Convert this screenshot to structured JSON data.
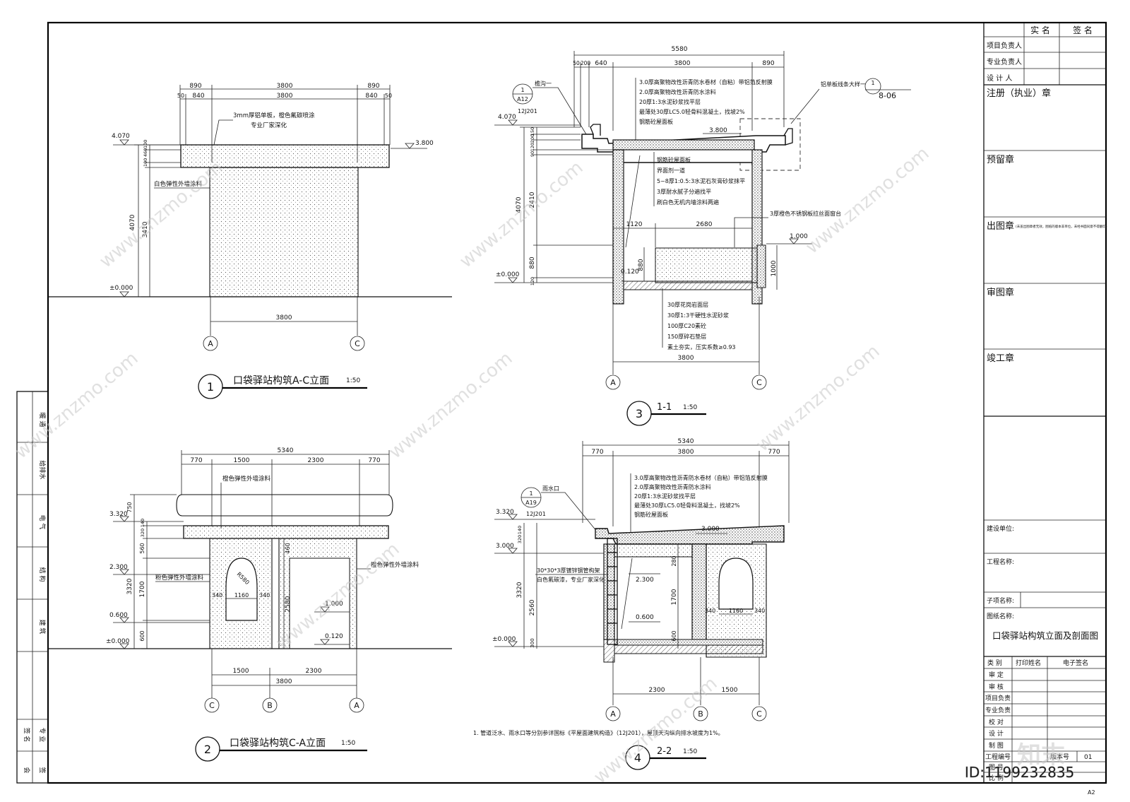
{
  "title_block": {
    "col_real_name": "实 名",
    "col_signature": "签 名",
    "project_lead": "项目负责人",
    "discipline_lead": "专业负责人",
    "designer": "设 计 人",
    "reg_stamp": "注册（执业）章",
    "reserved_stamp": "预留章",
    "issue_stamp": "出图章",
    "issue_stamp_note": "(未盖出图章者无效，图纸的版本非单位，未经书面同意不得翻印)",
    "review_stamp": "审图章",
    "completion_stamp": "竣工章",
    "client": "建设单位:",
    "project_name": "工程名称:",
    "sub_item": "子项名称:",
    "drawing_name_label": "图纸名称:",
    "drawing_name": "口袋驿站构筑立面及剖面图",
    "sign_header": [
      "类 别",
      "打印姓名",
      "电子签名"
    ],
    "sign_rows": [
      "审 定",
      "审 核",
      "项目负责",
      "专业负责",
      "校 对",
      "设 计",
      "制 图"
    ],
    "project_no": "工程编号",
    "version_label": "版本号",
    "version": "01",
    "drawing_no": "图 号",
    "date": "日 期",
    "scale": "比 例",
    "sheet_size": "A2"
  },
  "left_strip": {
    "labels": [
      "暖 通",
      "给排水",
      "电 气",
      "结 构",
      "建 筑",
      "专 业"
    ],
    "row_labels": [
      "会",
      "签",
      "签 名"
    ]
  },
  "drawings": [
    {
      "num": "1",
      "title": "口袋驿站构筑A-C立面",
      "scale": "1:50"
    },
    {
      "num": "2",
      "title": "口袋驿站构筑C-A立面",
      "scale": "1:50"
    },
    {
      "num": "3",
      "title": "1-1",
      "scale": "1:50"
    },
    {
      "num": "4",
      "title": "2-2",
      "scale": "1:50"
    }
  ],
  "elev1": {
    "dims_top": [
      "890",
      "3800",
      "890"
    ],
    "dims_top2": [
      "50",
      "840",
      "3800",
      "840",
      "50"
    ],
    "note1": "3mm厚铝单板，橙色氟碳喷涂",
    "note2": "专业厂家深化",
    "wall_note": "白色弹性外墙涂料",
    "lv_top": "4.070",
    "lv_eave": "3.800",
    "lv_ground": "±0.000",
    "v_dims": [
      "4070",
      "3410",
      "100",
      "460",
      "100"
    ],
    "dim_bottom": "3800",
    "axis": [
      "A",
      "C"
    ]
  },
  "sec1": {
    "dim_total": "5580",
    "dims_top": [
      "50",
      "200",
      "640",
      "3800",
      "890"
    ],
    "gutter_ref": "1",
    "gutter_ref_sub": "A12",
    "gutter_std": "12J201",
    "gutter_name": "檐沟一",
    "detail_ref": "铝单板线条大样一",
    "detail_ref_num": "1",
    "detail_ref_sheet": "8-06",
    "roof_layers": [
      "3.0厚高聚物改性沥青防水卷材（自粘）带铝箔反射膜",
      "2.0厚高聚物改性沥青防水涂料",
      "20厚1:3水泥砂浆找平层",
      "最薄处30厚LC5.0轻骨料混凝土，找坡2%",
      "钢筋砼屋面板"
    ],
    "ceiling_layers": [
      "钢筋砼屋面板",
      "界面剂一道",
      "5~8厚1:0.5:3水泥石灰膏砂浆抹平",
      "3厚耐水腻子分遍找平",
      "刷白色无机内墙涂料两遍"
    ],
    "lv_top": "4.070",
    "lv_roof": "3.800",
    "lv_floor": "0.120",
    "lv_ground": "±0.000",
    "lv_sill": "1.000",
    "v_dims": [
      "150",
      "200",
      "120",
      "90",
      "2410",
      "4070",
      "880",
      "120"
    ],
    "dim_1120": "1120",
    "dim_2680": "2680",
    "dim_1000": "1000",
    "dim_880": "880",
    "rail_note": "3厚橙色不锈钢板拉丝面窗台",
    "floor_layers": [
      "30厚花岗岩面层",
      "30厚1:3干硬性水泥砂浆",
      "100厚C20素砼",
      "150厚碎石垫层",
      "素土夯实，压实系数≥0.93"
    ],
    "dim_bottom": "3800",
    "axis": [
      "A",
      "C"
    ]
  },
  "elev2": {
    "dim_total": "5340",
    "dims_top": [
      "770",
      "1500",
      "2300",
      "770"
    ],
    "note_roof": "橙色弹性外墙涂料",
    "note_right": "橙色弹性外墙涂料",
    "note_left": "粉色弹性外墙涂料",
    "lv": [
      "3.320",
      "2.300",
      "0.600",
      "±0.000",
      "1.000",
      "0.120"
    ],
    "v_dims": [
      "750",
      "140",
      "320",
      "560",
      "3320",
      "1700",
      "600",
      "2580",
      "460"
    ],
    "r_arch": "R580",
    "w_dims": [
      "340",
      "1160",
      "340"
    ],
    "dims_bottom": [
      "1500",
      "3800",
      "2300"
    ],
    "axis": [
      "C",
      "B",
      "A"
    ]
  },
  "sec2": {
    "dim_total": "5340",
    "dims_top": [
      "770",
      "3800",
      "770"
    ],
    "drain_ref": "1",
    "drain_ref_sub": "A19",
    "drain_std": "12J201",
    "drain_name": "雨水口",
    "roof_layers": [
      "3.0厚高聚物改性沥青防水卷材（自粘）带铝箔反射膜",
      "2.0厚高聚物改性沥青防水涂料",
      "20厚1:3水泥砂浆找平层",
      "最薄处30厚LC5.0轻骨料混凝土，找坡2%",
      "钢筋砼屋面板"
    ],
    "lv": [
      "3.320",
      "3.000",
      "3.000",
      "2.300",
      "0.600",
      "±0.000"
    ],
    "ladder_note1": "30*30*3厚镀锌钢管构架",
    "ladder_note2": "白色氟碳漆，专业厂家深化",
    "v_dims": [
      "140",
      "320",
      "3320",
      "2560",
      "300",
      "280",
      "1700",
      "600"
    ],
    "w_dims": [
      "340",
      "1160",
      "340"
    ],
    "dims_bottom": [
      "2300",
      "1500"
    ],
    "axis": [
      "A",
      "B",
      "C"
    ]
  },
  "footnote": "1. 管道泛水、雨水口等分别参详国标《平屋面建筑构造》（12J201），屋顶天沟纵向排水坡度为1%。",
  "watermark": "www.znzmo.com",
  "logo_text": "知末",
  "id_text": "ID:1199232835"
}
